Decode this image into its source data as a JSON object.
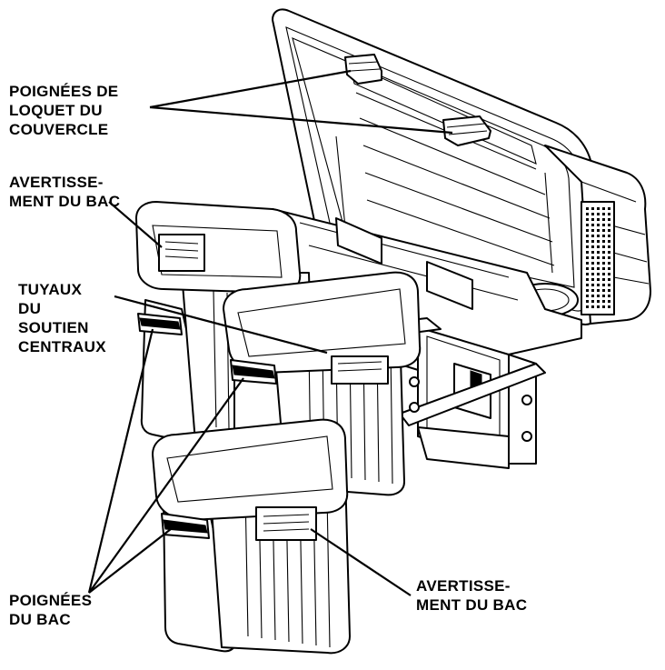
{
  "labels": {
    "lid_latch_handles": [
      "POIGNÉES DE",
      "LOQUET DU",
      "COUVERCLE"
    ],
    "bin_warning_top": [
      "AVERTISSE-",
      "MENT DU BAC"
    ],
    "center_support_tubes": [
      "TUYAUX",
      "DU",
      "SOUTIEN",
      "CENTRAUX"
    ],
    "bin_handles": [
      "POIGNÉES",
      "DU BAC"
    ],
    "bin_warning_bottom": [
      "AVERTISSE-",
      "MENT DU BAC"
    ]
  }
}
